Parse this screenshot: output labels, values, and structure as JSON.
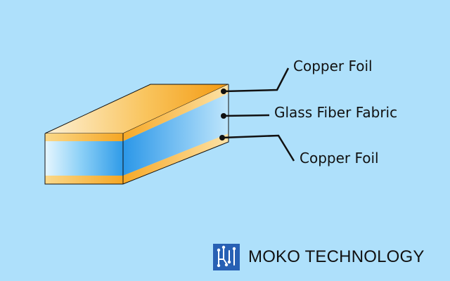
{
  "labels": {
    "top": "Copper Foil",
    "middle": "Glass Fiber Fabric",
    "bottom": "Copper Foil"
  },
  "brand": {
    "name": "MOKO TECHNOLOGY",
    "icon": "circuit-board-icon"
  },
  "colors": {
    "background": "#aee0fb",
    "copper": "#f5a623",
    "fiber": "#4fb0ee",
    "brand_blue": "#2760b4"
  }
}
